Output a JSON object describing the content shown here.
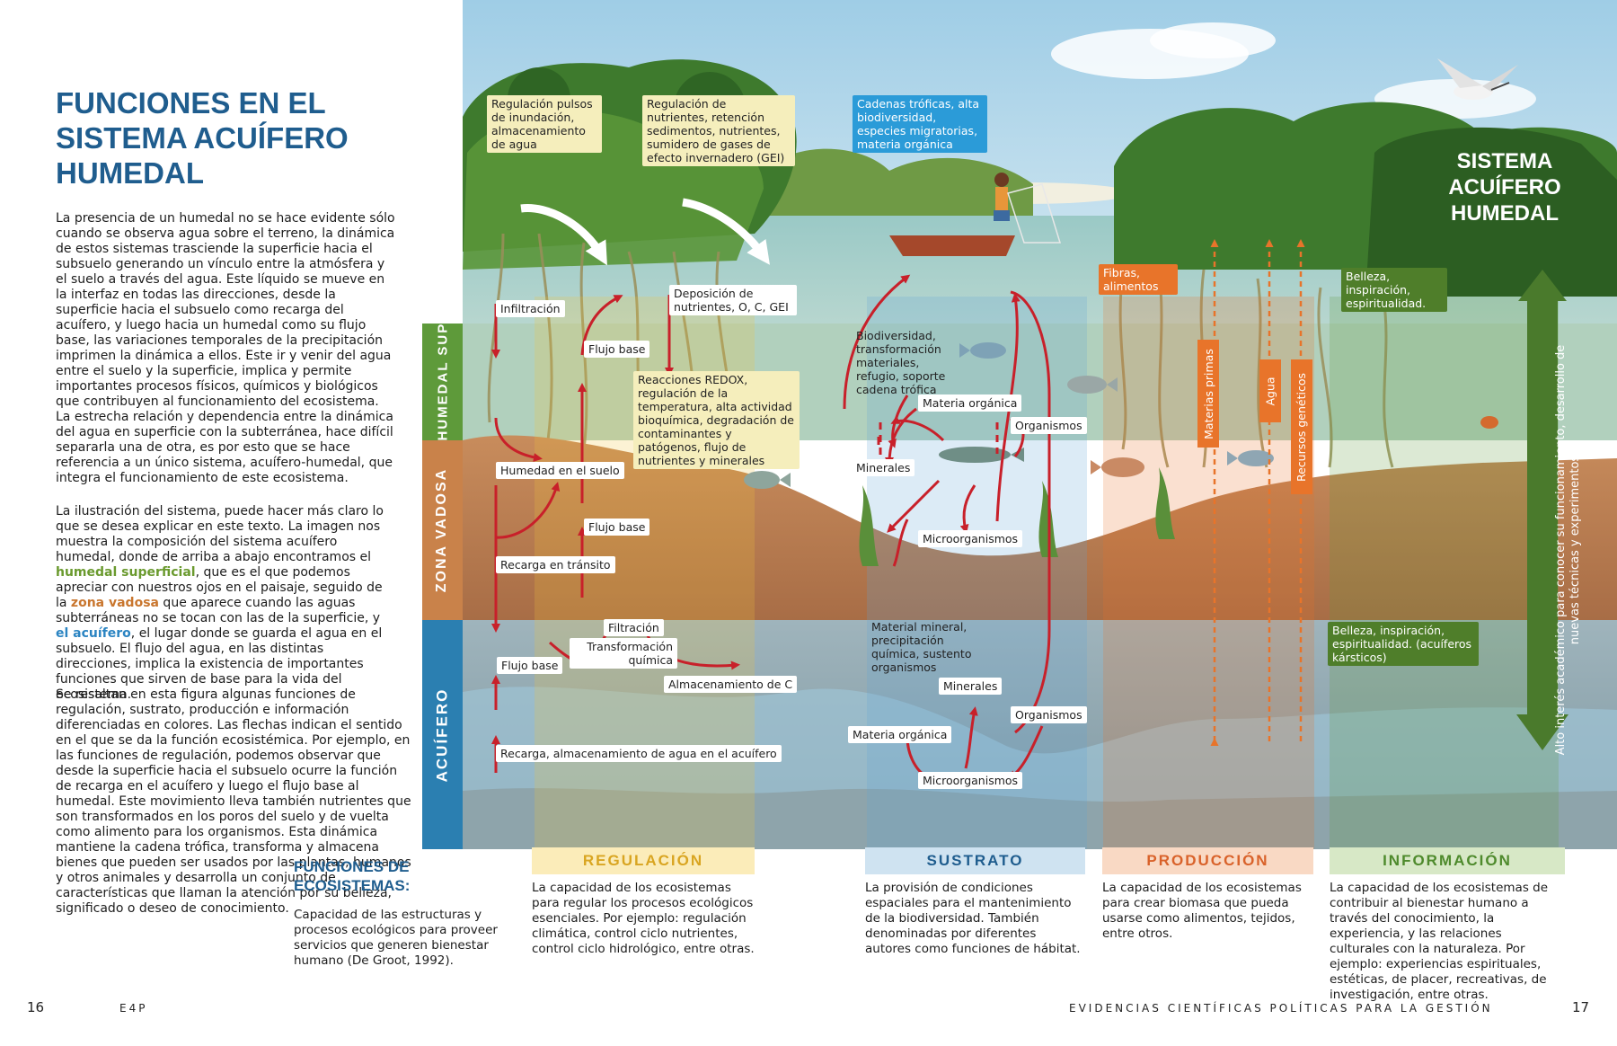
{
  "left_page": {
    "title": "FUNCIONES EN EL SISTEMA ACUÍFERO HUMEDAL",
    "paragraph_1": "La presencia de un humedal no se hace evidente sólo cuando se observa agua sobre el terreno, la dinámica de estos sistemas trasciende la superficie hacia el subsuelo generando un vínculo entre la atmósfera y el suelo a través del agua. Este líquido se mueve en la interfaz en todas las direcciones, desde la superficie hacia el subsuelo como recarga del acuífero, y luego hacia un humedal como su flujo base, las variaciones temporales de la precipitación imprimen la dinámica a ellos. Este ir y venir del agua entre el suelo y la superficie, implica y permite importantes procesos físicos, químicos y biológicos que contribuyen al funcionamiento del ecosistema. La estrecha relación y dependencia entre la dinámica del agua en superficie con la subterránea, hace difícil separarla una de otra, es por esto que se hace referencia a un único sistema, acuífero-humedal, que integra el funcionamiento de este ecosistema.",
    "paragraph_2_a": "La ilustración del sistema, puede hacer más claro lo que se desea explicar en este texto. La imagen nos muestra la composición del sistema acuífero humedal, donde de arriba a abajo encontramos el ",
    "paragraph_2_hl1": "humedal superficial",
    "paragraph_2_b": ", que es el que podemos apreciar con nuestros ojos en el paisaje, seguido de la ",
    "paragraph_2_hl2": "zona vadosa",
    "paragraph_2_c": " que aparece cuando las aguas subterráneas no se tocan con las de la superficie, y ",
    "paragraph_2_hl3": "el acuífero",
    "paragraph_2_d": ", el lugar donde se guarda el agua en el subsuelo. El flujo del agua, en las distintas direcciones, implica la existencia de importantes funciones que sirven de base para la vida del ecosistema.",
    "paragraph_3": "Se resaltan en esta figura algunas funciones de regulación, sustrato, producción e información diferenciadas en colores. Las flechas indican el sentido en el que se da la función ecosistémica. Por ejemplo, en las funciones de regulación, podemos observar que desde la superficie hacia el subsuelo ocurre la función de recarga en el acuífero y luego el flujo base al humedal. Este movimiento lleva también nutrientes que son transformados en los poros del suelo y de vuelta como alimento para los organismos. Esta dinámica mantiene la cadena trófica, transforma y almacena bienes que pueden ser usados por las plantas, humanos y otros animales y desarrolla un conjunto de características que llaman la atención por su belleza, significado o deseo de conocimiento.",
    "functions_title": "FUNCIONES DE ECOSISTEMAS:",
    "functions_body": "Capacidad de las estructuras y procesos ecológicos para proveer servicios que generen bienestar humano (De Groot, 1992)."
  },
  "zones": {
    "surface": "HUMEDAL SUPERFICIAL",
    "vadose": "ZONA VADOSA",
    "aquifer": "ACUÍFERO"
  },
  "labels": {
    "regulacion_pulsos": "Regulación pulsos de inundación, almacenamiento de agua",
    "regulacion_nutrientes": "Regulación de nutrientes, retención sedimentos, nutrientes, sumidero de gases de efecto invernadero (GEI)",
    "cadenas_troficas": "Cadenas tróficas, alta biodiversidad, especies migratorias, materia orgánica",
    "infiltracion": "Infiltración",
    "deposicion": "Deposición de nutrientes, O, C, GEI",
    "flujo_base_1": "Flujo base",
    "reacciones_redox": "Reacciones REDOX, regulación de la temperatura, alta actividad bioquímica, degradación de contaminantes y patógenos, flujo de nutrientes y minerales",
    "humedad_suelo": "Humedad en el suelo",
    "flujo_base_2": "Flujo base",
    "recarga_transito": "Recarga en tránsito",
    "filtracion": "Filtración",
    "transformacion_quimica": "Transformación química",
    "flujo_base_3": "Flujo base",
    "almacenamiento_c": "Almacenamiento de C",
    "recarga_acuifero": "Recarga, almacenamiento de agua en el acuífero",
    "biodiversidad": "Biodiversidad, transformación materiales, refugio, soporte cadena trófica",
    "materia_organica_1": "Materia orgánica",
    "organismos_1": "Organismos",
    "minerales_1": "Minerales",
    "microorganismos_1": "Microorganismos",
    "material_mineral": "Material mineral, precipitación química, sustento organismos",
    "minerales_2": "Minerales",
    "organismos_2": "Organismos",
    "materia_organica_2": "Materia orgánica",
    "microorganismos_2": "Microorganismos",
    "fibras": "Fibras, alimentos",
    "materias_primas": "Materias primas",
    "agua": "Agua",
    "recursos_geneticos": "Recursos genéticos",
    "belleza_1": "Belleza, inspiración, espiritualidad.",
    "belleza_2": "Belleza, inspiración, espiritualidad. (acuíferos kársticos)",
    "system_title": "SISTEMA ACUÍFERO HUMEDAL",
    "interes_academico": "Alto interés académico para conocer su funcionamiento, desarrollo de nuevas técnicas y experimentos"
  },
  "categories": [
    {
      "name": "REGULACIÓN",
      "body": "La capacidad de los ecosistemas para regular los procesos ecológicos esenciales. Por ejemplo: regulación climática, control ciclo nutrientes, control ciclo hidrológico, entre otras."
    },
    {
      "name": "SUSTRATO",
      "body": "La provisión de condiciones espaciales para el mantenimiento de la biodiversidad. También denominadas por diferentes autores como funciones de hábitat."
    },
    {
      "name": "PRODUCCIÓN",
      "body": "La capacidad de los ecosistemas para crear biomasa que pueda usarse como alimentos, tejidos, entre otros."
    },
    {
      "name": "INFORMACIÓN",
      "body": "La capacidad de los ecosistemas de contribuir al bienestar humano a través del conocimiento, la experiencia, y las relaciones culturales con la naturaleza. Por ejemplo: experiencias espirituales, estéticas, de placer, recreativas, de investigación, entre otras."
    }
  ],
  "footer": {
    "left_page_number": "16",
    "left_running_head": "E4P",
    "right_running_head": "EVIDENCIAS CIENTÍFICAS POLÍTICAS PARA LA GESTIÓN",
    "right_page_number": "17"
  },
  "colors": {
    "title_blue": "#1f5d8e",
    "regulacion": "#f0c23a",
    "sustrato": "#5fa6d6",
    "produccion": "#e8742a",
    "informacion": "#5e9a3a",
    "arrow_red": "#c8202a"
  },
  "icons": [
    "bird-icon",
    "fisherman-canoe-icon",
    "fish-icon",
    "mangrove-tree-icon",
    "aquatic-plant-icon",
    "crab-icon"
  ]
}
